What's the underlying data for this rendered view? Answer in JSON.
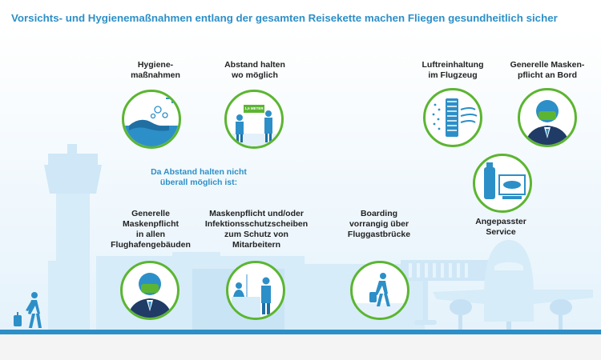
{
  "title": "Vorsichts- und Hygienemaßnahmen entlang der gesamten Reisekette machen Fliegen gesundheitlich sicher",
  "note": "Da Abstand halten nicht\nüberall möglich ist:",
  "measures": [
    {
      "label": "Hygiene-\nmaßnahmen",
      "icon": "hand-washing-icon"
    },
    {
      "label": "Abstand halten\nwo möglich",
      "icon": "distance-icon",
      "sign": "1,5 METER"
    },
    {
      "label": "Luftreinhaltung\nim Flugzeug",
      "icon": "air-filter-icon"
    },
    {
      "label": "Generelle Masken-\npflicht an Bord",
      "icon": "masked-person-icon"
    },
    {
      "label": "Angepasster\nService",
      "icon": "bottle-sandwich-icon"
    },
    {
      "label": "Generelle\nMaskenpflicht\nin allen\nFlughafengebäuden",
      "icon": "masked-person-icon"
    },
    {
      "label": "Maskenpflicht und/oder\nInfektionsschutzscheiben\nzum Schutz von\nMitarbeitern",
      "icon": "counter-staff-icon"
    },
    {
      "label": "Boarding\nvorrangig über\nFluggastbrücke",
      "icon": "walking-traveler-icon"
    }
  ],
  "colors": {
    "title": "#2d8fc7",
    "ring": "#5cb531",
    "silhouette": "#d6ecf8",
    "sky": "#edf6fc",
    "ground": "#2d8fc7"
  }
}
